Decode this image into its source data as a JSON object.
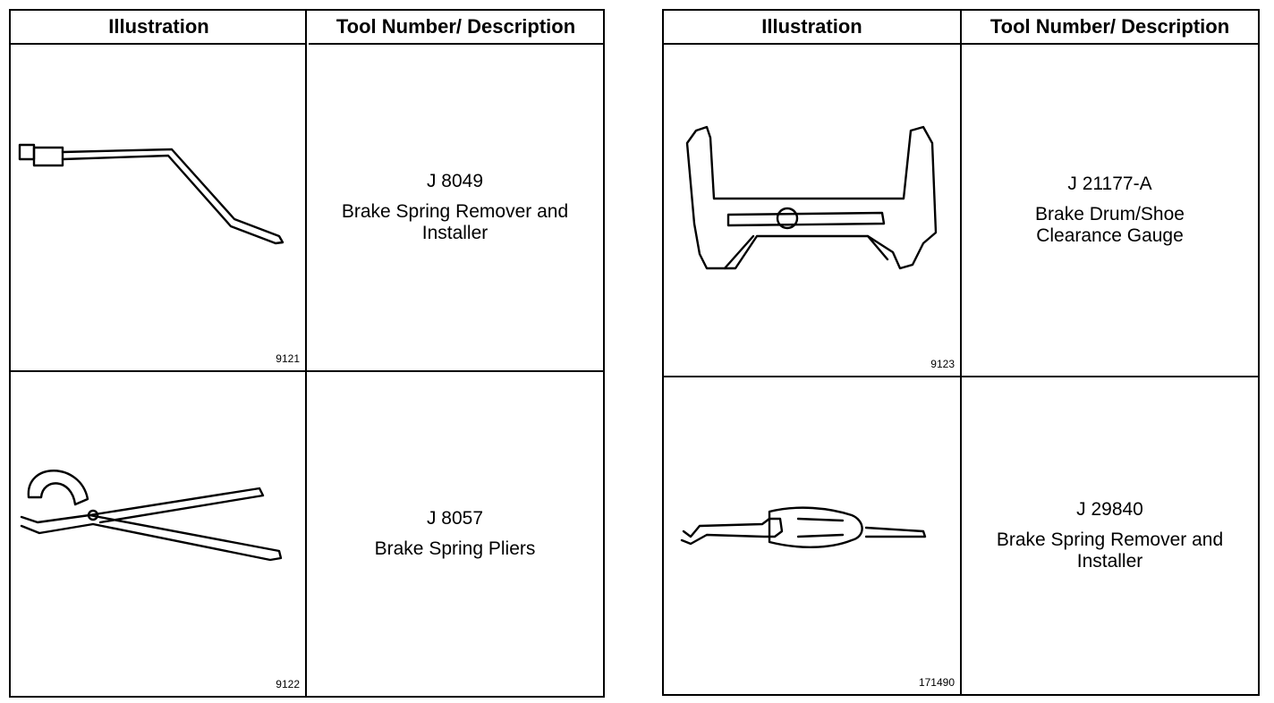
{
  "left_table": {
    "headers": {
      "illustration": "Illustration",
      "description": "Tool Number/ Description"
    },
    "rows": [
      {
        "figure_number": "9121",
        "tool_number": "J 8049",
        "description": "Brake Spring Remover and Installer",
        "icon": "brake-spring-remover-icon"
      },
      {
        "figure_number": "9122",
        "tool_number": "J 8057",
        "description": "Brake Spring Pliers",
        "icon": "brake-spring-pliers-icon"
      }
    ]
  },
  "right_table": {
    "headers": {
      "illustration": "Illustration",
      "description": "Tool Number/ Description"
    },
    "rows": [
      {
        "figure_number": "9123",
        "tool_number": "J 21177-A",
        "description": "Brake Drum/Shoe Clearance Gauge",
        "icon": "clearance-gauge-icon"
      },
      {
        "figure_number": "171490",
        "tool_number": "J 29840",
        "description": "Brake Spring Remover and Installer",
        "icon": "spring-remover-handle-icon"
      }
    ]
  }
}
